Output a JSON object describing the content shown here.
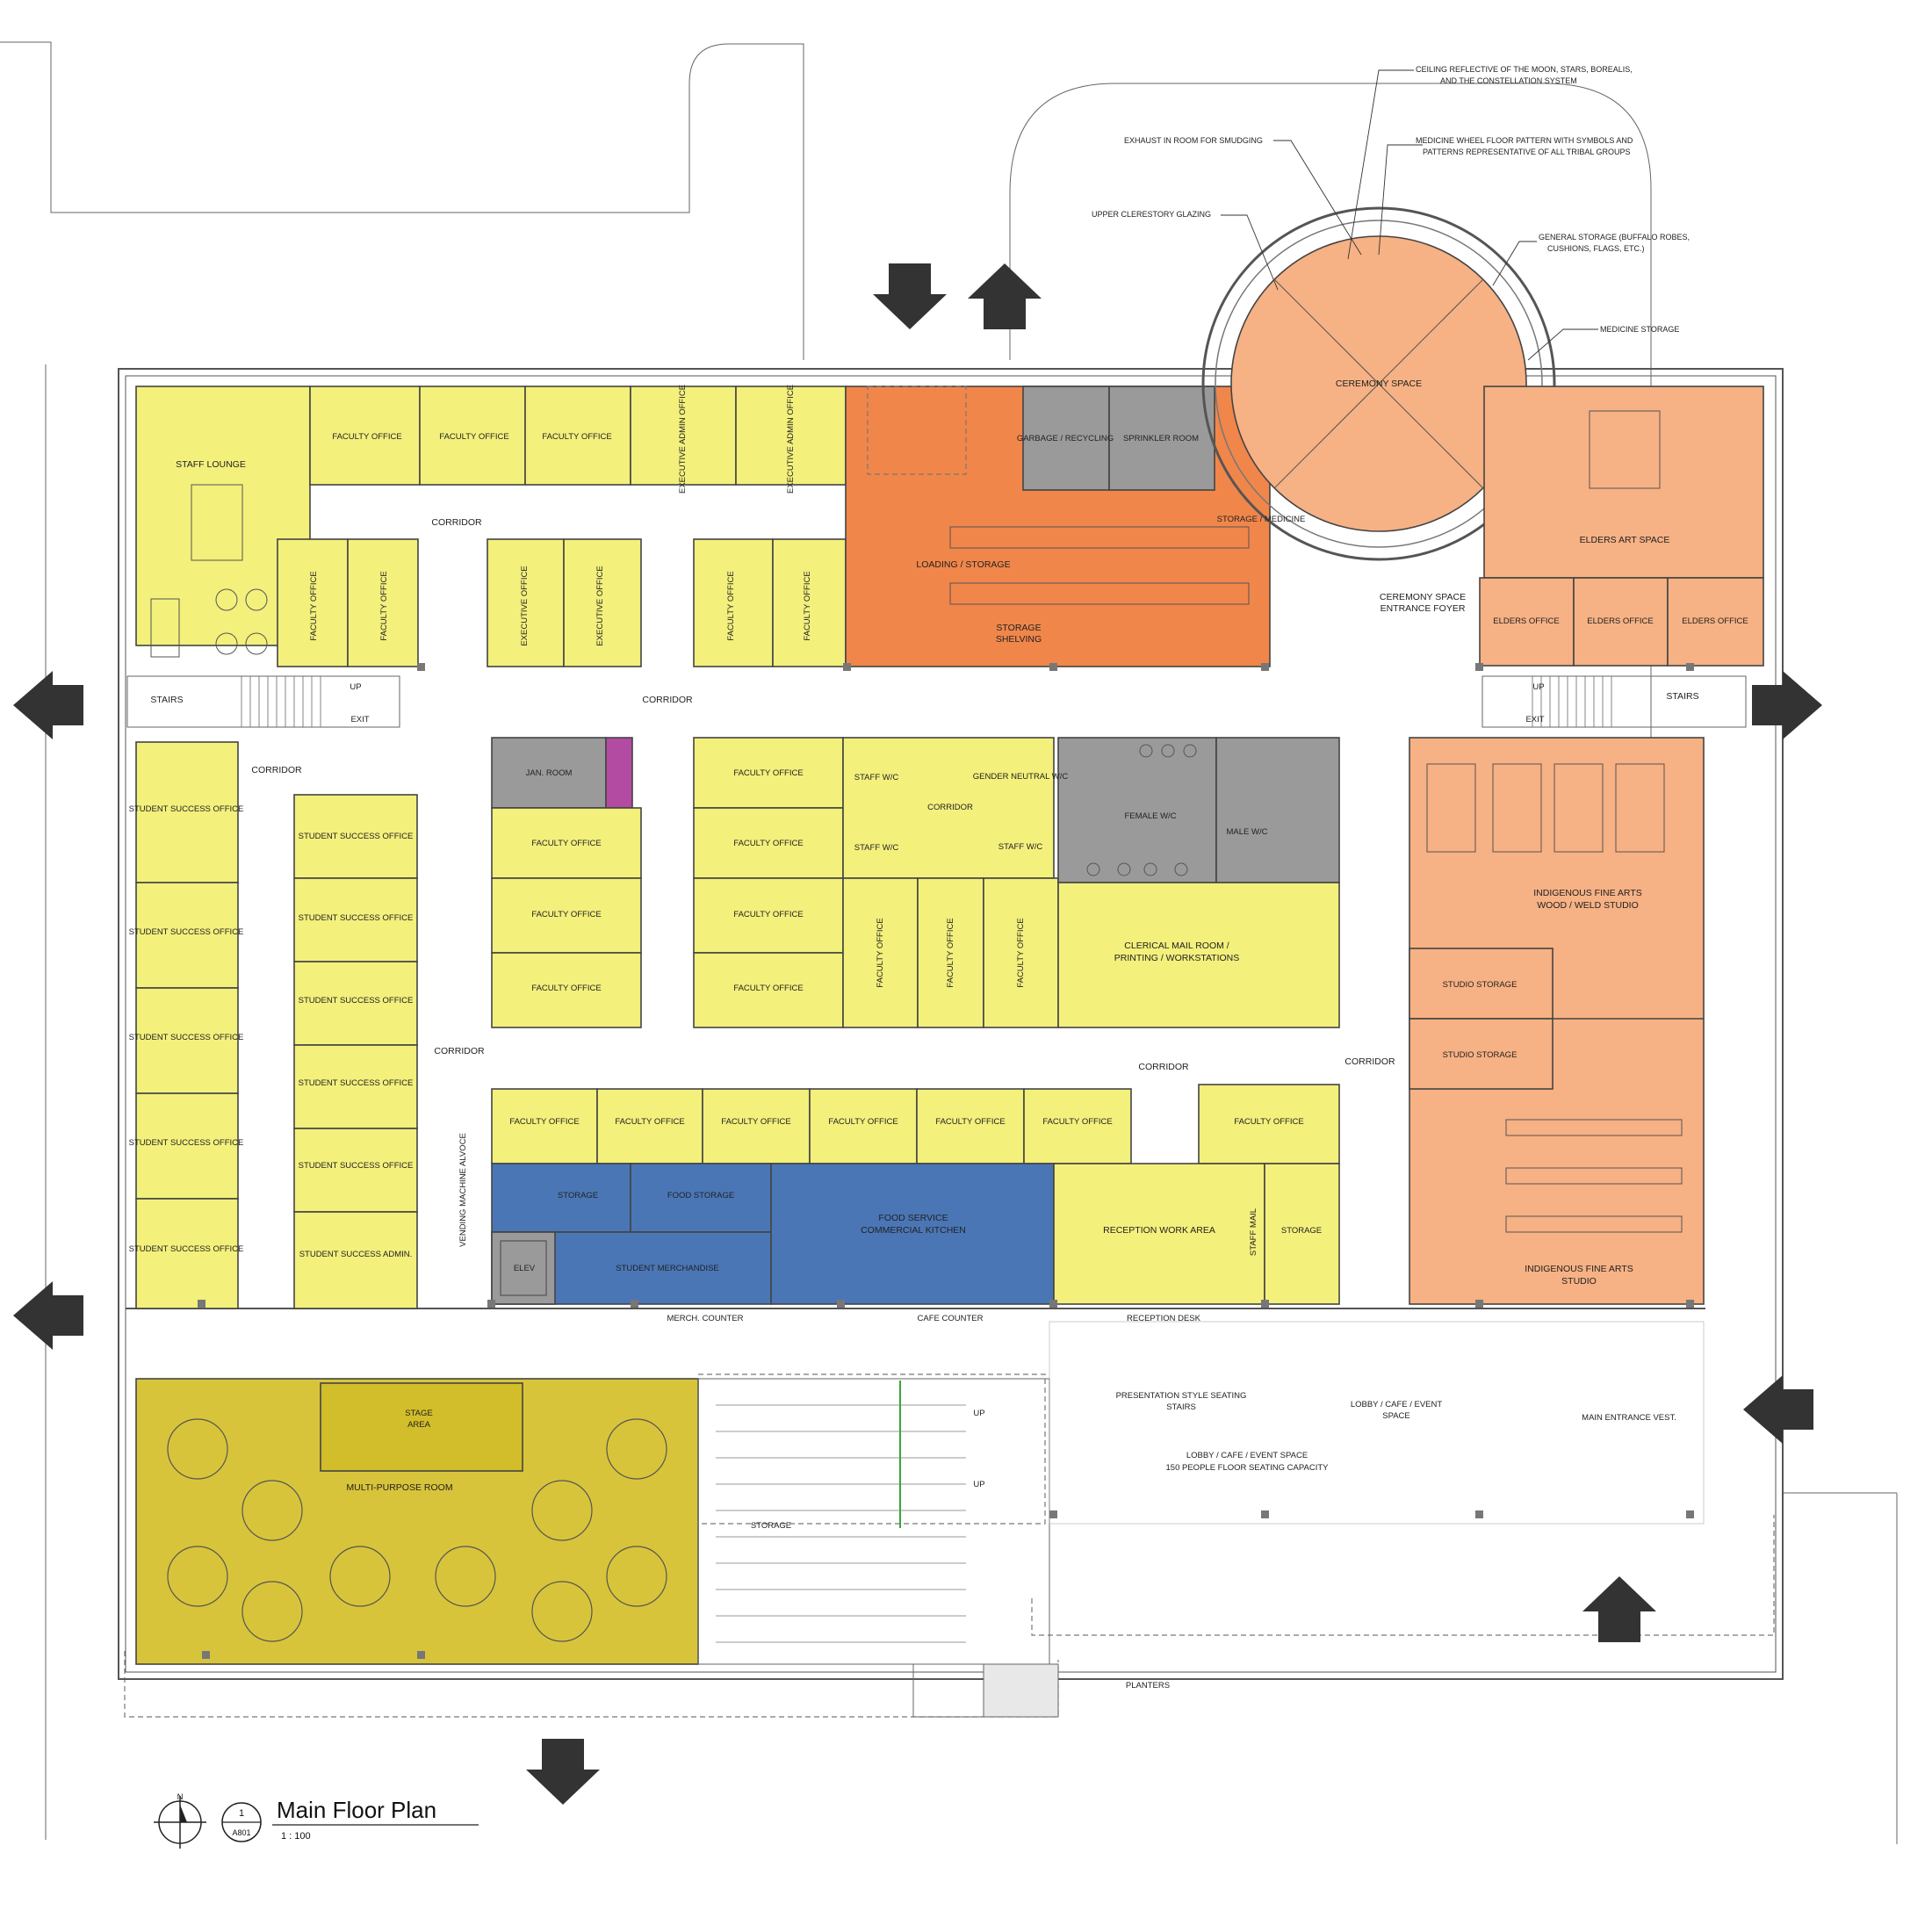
{
  "title": {
    "number": "1",
    "sheet": "A801",
    "name": "Main Floor Plan",
    "scale": "1 : 100",
    "north": "N"
  },
  "rooms": {
    "staff_lounge": "STAFF LOUNGE",
    "faculty_office": "FACULTY OFFICE",
    "executive_admin_office": "EXECUTIVE ADMIN OFFICE",
    "executive_office": "EXECUTIVE OFFICE",
    "corridor": "CORRIDOR",
    "loading_storage": "LOADING / STORAGE",
    "storage_shelving_1": "STORAGE",
    "storage_shelving_2": "SHELVING",
    "garbage": "GARBAGE / RECYCLING",
    "sprinkler": "SPRINKLER ROOM",
    "storage_medicine": "STORAGE / MEDICINE",
    "ceremony_space": "CEREMONY SPACE",
    "ceremony_foyer_1": "CEREMONY SPACE",
    "ceremony_foyer_2": "ENTRANCE FOYER",
    "elders_art": "ELDERS ART SPACE",
    "elders_office": "ELDERS OFFICE",
    "stairs": "STAIRS",
    "up": "UP",
    "exit": "EXIT",
    "student_success_office": "STUDENT SUCCESS OFFICE",
    "student_success_admin": "STUDENT SUCCESS ADMIN.",
    "jan_room": "JAN. ROOM",
    "staff_wc": "STAFF W/C",
    "gender_neutral_wc": "GENDER NEUTRAL W/C",
    "female_wc": "FEMALE W/C",
    "male_wc": "MALE W/C",
    "clerical_1": "CLERICAL MAIL ROOM /",
    "clerical_2": "PRINTING / WORKSTATIONS",
    "wood_weld_1": "INDIGENOUS FINE ARTS",
    "wood_weld_2": "WOOD / WELD STUDIO",
    "studio_storage": "STUDIO STORAGE",
    "arts_studio_1": "INDIGENOUS FINE ARTS",
    "arts_studio_2": "STUDIO",
    "vending": "VENDING MACHINE ALVOCE",
    "storage": "STORAGE",
    "food_storage": "FOOD STORAGE",
    "food_service_1": "FOOD SERVICE",
    "food_service_2": "COMMERCIAL KITCHEN",
    "reception_work": "RECEPTION WORK AREA",
    "staff_mail": "STAFF MAIL",
    "elev": "ELEV",
    "student_merch": "STUDENT MERCHANDISE",
    "merch_counter": "MERCH. COUNTER",
    "cafe_counter": "CAFE COUNTER",
    "reception_desk": "RECEPTION DESK",
    "stage_1": "STAGE",
    "stage_2": "AREA",
    "multi_purpose": "MULTI-PURPOSE ROOM",
    "storage_under": "STORAGE",
    "presentation_1": "PRESENTATION STYLE SEATING",
    "presentation_2": "STAIRS",
    "lobby_1": "LOBBY / CAFE / EVENT",
    "lobby_2": "SPACE",
    "lobby_3": "LOBBY / CAFE / EVENT SPACE",
    "lobby_4": "150 PEOPLE FLOOR SEATING CAPACITY",
    "main_vest": "MAIN ENTRANCE VEST.",
    "planters": "PLANTERS"
  },
  "notes": {
    "ceiling_1": "CEILING REFLECTIVE OF THE MOON, STARS, BOREALIS,",
    "ceiling_2": "AND THE CONSTELLATION SYSTEM",
    "exhaust": "EXHAUST IN ROOM FOR SMUDGING",
    "wheel_1": "MEDICINE WHEEL FLOOR PATTERN WITH SYMBOLS AND",
    "wheel_2": "PATTERNS REPRESENTATIVE OF ALL TRIBAL GROUPS",
    "clerestory": "UPPER CLERESTORY GLAZING",
    "general_1": "GENERAL STORAGE (BUFFALO ROBES,",
    "general_2": "CUSHIONS, FLAGS, ETC.)",
    "medicine": "MEDICINE STORAGE"
  },
  "colors": {
    "office": "#f3f07c",
    "loading": "#f0864a",
    "arts": "#f6b184",
    "service": "#9a9a9a",
    "food": "#4a76b5",
    "multipurpose": "#d8c43a",
    "janitor": "#b44ba3"
  }
}
